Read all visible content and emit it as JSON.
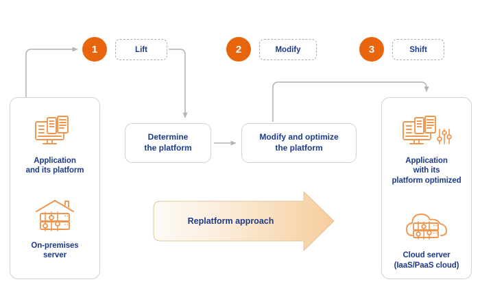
{
  "diagram": {
    "title": "Replatform approach",
    "colors": {
      "accent_orange": "#E8650D",
      "icon_orange": "#F0954E",
      "navy_text": "#1C3A8A",
      "line_gray": "#B0B4B9",
      "border_gray": "#CFD2D6",
      "banner_gradient_start": "#FDF7F0",
      "banner_gradient_end": "#F6CD9C"
    }
  },
  "steps": [
    {
      "number": "1",
      "label": "Lift"
    },
    {
      "number": "2",
      "label": "Modify"
    },
    {
      "number": "3",
      "label": "Shift"
    }
  ],
  "source_panel": {
    "items": [
      {
        "icon": "application-platform-icon",
        "caption": "Application\nand its platform"
      },
      {
        "icon": "on-premises-server-icon",
        "caption": "On-premises\nserver"
      }
    ]
  },
  "target_panel": {
    "items": [
      {
        "icon": "application-optimized-icon",
        "caption": "Application\nwith its\nplatform optimized"
      },
      {
        "icon": "cloud-server-icon",
        "caption": "Cloud server\n(IaaS/PaaS cloud)"
      }
    ]
  },
  "process_boxes": [
    {
      "name": "determine",
      "text": "Determine\nthe platform"
    },
    {
      "name": "modify",
      "text": "Modify and optimize\nthe platform"
    }
  ],
  "banner": {
    "text": "Replatform approach"
  }
}
